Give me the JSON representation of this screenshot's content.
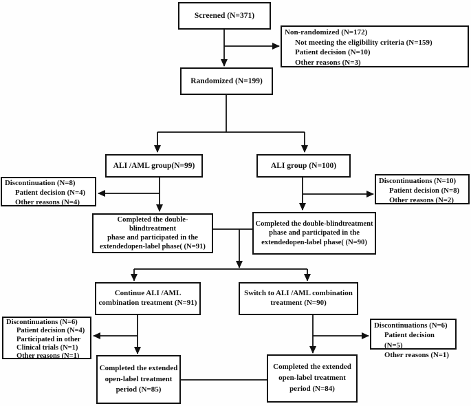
{
  "diagram": {
    "kind": "clinical-trial-flowchart",
    "colors": {
      "line": "#111111",
      "box_border": "#111111",
      "background": "#ffffff"
    }
  },
  "boxes": {
    "screened": {
      "label": "Screened (N=371)"
    },
    "non_randomized": {
      "title": "Non-randomized (N=172)",
      "items": [
        "Not meeting the eligibility criteria (N=159)",
        "Patient decision (N=10)",
        "Other reasons (N=3)"
      ]
    },
    "randomized": {
      "label": "Randomized (N=199)"
    },
    "ali_aml_group": {
      "label": "ALI /AML group(N=99)"
    },
    "ali_group": {
      "label": "ALI group (N=100)"
    },
    "discontinuation_left_1": {
      "title": "Discontinuation (N=8)",
      "items": [
        "Patient decision (N=4)",
        "Other reasons (N=4)"
      ]
    },
    "discontinuations_right_1": {
      "title": "Discontinuations (N=10)",
      "items": [
        "Patient decision (N=8)",
        "Other reasons (N=2)"
      ]
    },
    "completed_double_blind_left": {
      "lines": [
        "Completed the double-blindtreatment",
        "phase and participated in the",
        "extendedopen-label phase( (N=91)"
      ]
    },
    "completed_double_blind_right": {
      "lines": [
        "Completed the double-blindtreatment",
        "phase and participated in the",
        "extendedopen-label phase( (N=90)"
      ]
    },
    "continue_treatment": {
      "lines": [
        "Continue ALI /AML",
        "combination treatment (N=91)"
      ]
    },
    "switch_treatment": {
      "lines": [
        "Switch to ALI /AML combination",
        "treatment (N=90)"
      ]
    },
    "discontinuations_left_2": {
      "title": "Discontinuations (N=6)",
      "items": [
        "Patient decision (N=4)",
        "Participated in other",
        "Clinical trials (N=1)",
        "Other reasons (N=1)"
      ]
    },
    "discontinuations_right_2": {
      "title": "Discontinuations (N=6)",
      "items": [
        "Patient decision (N=5)",
        "Other reasons (N=1)"
      ]
    },
    "completed_open_label_left": {
      "lines": [
        "Completed the extended",
        "open-label treatment",
        "period (N=85)"
      ]
    },
    "completed_open_label_right": {
      "lines": [
        "Completed the extended",
        "open-label treatment",
        "period (N=84)"
      ]
    }
  }
}
